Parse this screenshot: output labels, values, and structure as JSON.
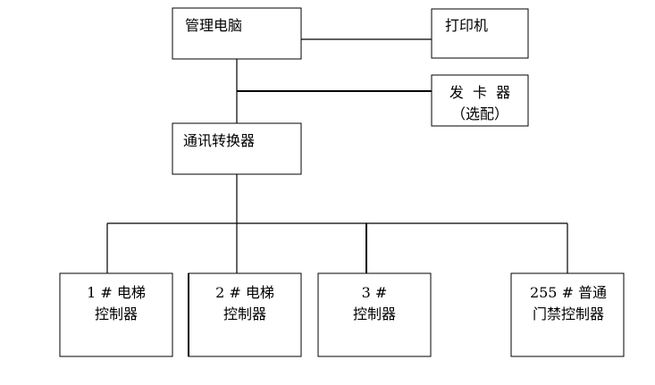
{
  "nodes": {
    "computer": {
      "label": "管理电脑"
    },
    "printer": {
      "label": "打印机"
    },
    "card_issuer": {
      "line1": "发  卡  器",
      "line2": "（选配）"
    },
    "converter": {
      "label": "通讯转换器"
    },
    "controller_1": {
      "line1": "1 # 电梯",
      "line2": "控制器"
    },
    "controller_2": {
      "line1": "2 # 电梯",
      "line2": "控制器"
    },
    "controller_3": {
      "line1": "3 #",
      "line2": "控制器"
    },
    "controller_255": {
      "line1": "255 # 普通",
      "line2": "门禁控制器"
    }
  }
}
